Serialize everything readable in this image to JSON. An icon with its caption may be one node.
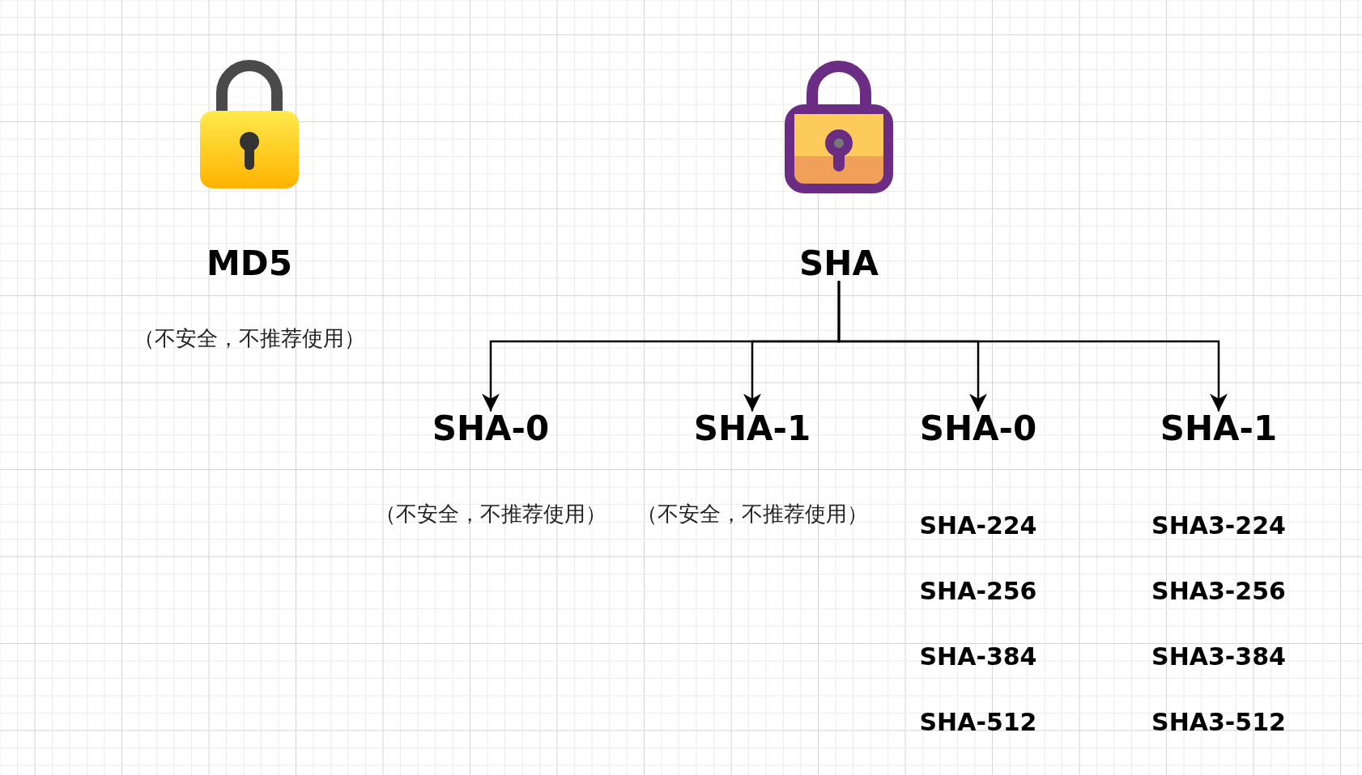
{
  "diagram": {
    "nodes": [
      {
        "text": [
          "SHA"
        ]
      },
      {
        "text": [
          "SHA-0"
        ],
        "beside": [
          "（不安全，不推荐使用）"
        ]
      },
      {
        "text": [
          "SHA-1"
        ],
        "beside": [
          "（不安全，不推荐使用）"
        ]
      },
      {
        "text": [
          "SHA-0"
        ],
        "beside": [
          "SHA-224",
          "SHA-256",
          "SHA-384",
          "SHA-512"
        ]
      },
      {
        "text": [
          "SHA-1"
        ],
        "beside": [
          "SHA3-224",
          "SHA3-256",
          "SHA3-384",
          "SHA3-512"
        ]
      }
    ],
    "edges": [
      {
        "from": 0,
        "to": 1,
        "arrow": "to"
      },
      {
        "from": 0,
        "to": 2,
        "arrow": "to"
      },
      {
        "from": 0,
        "to": 3,
        "arrow": "to"
      },
      {
        "from": 0,
        "to": 4,
        "arrow": "to"
      }
    ],
    "labels": [
      "MD5",
      "（不安全，不推荐使用）"
    ]
  }
}
